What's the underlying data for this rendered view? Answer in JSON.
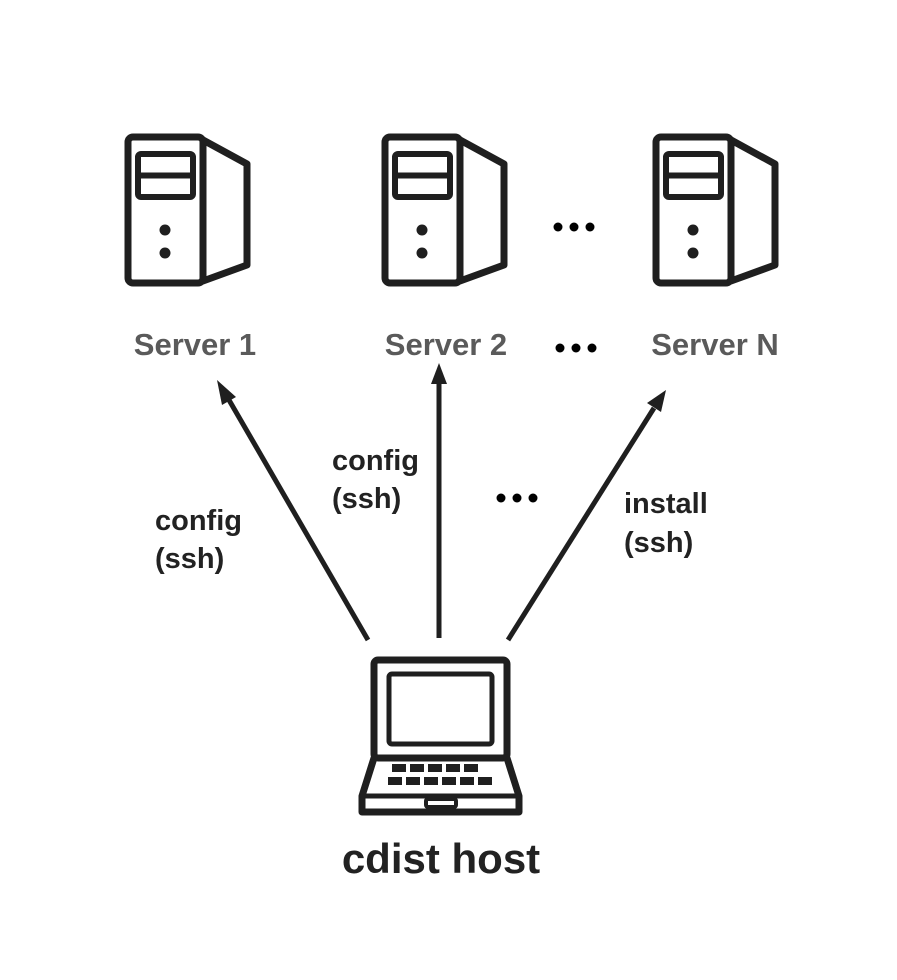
{
  "servers": [
    {
      "label": "Server 1"
    },
    {
      "label": "Server 2"
    },
    {
      "label": "Server N"
    }
  ],
  "edges": [
    {
      "line1": "config",
      "line2": "(ssh)"
    },
    {
      "line1": "config",
      "line2": "(ssh)"
    },
    {
      "line1": "install",
      "line2": "(ssh)"
    }
  ],
  "host": {
    "label": "cdist host"
  },
  "icons": {
    "server": "server-tower-icon",
    "host": "laptop-icon",
    "ellipsis": "ellipsis-icon"
  },
  "colors": {
    "stroke": "#1f1f1f",
    "server_label": "#5a5a5a",
    "text": "#222222"
  }
}
